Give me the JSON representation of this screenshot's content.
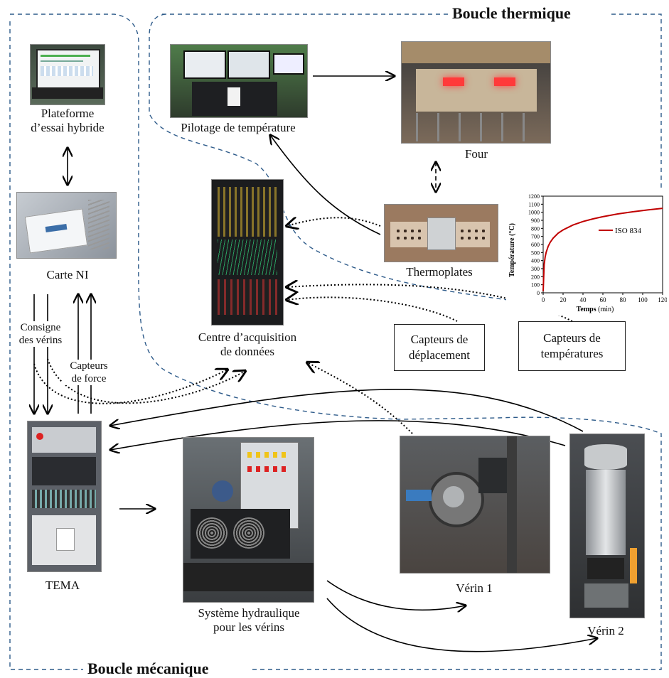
{
  "titles": {
    "thermal": "Boucle thermique",
    "mechanical": "Boucle mécanique"
  },
  "labels": {
    "platform_l1": "Plateforme",
    "platform_l2": "d’essai hybride",
    "ni": "Carte NI",
    "consigne_l1": "Consigne",
    "consigne_l2": "des vérins",
    "force_l1": "Capteurs",
    "force_l2": "de force",
    "tema": "TEMA",
    "pilot": "Pilotage de température",
    "four": "Four",
    "thermo": "Thermoplates",
    "acq_l1": "Centre d’acquisition",
    "acq_l2": "de données",
    "dep_l1": "Capteurs de",
    "dep_l2": "déplacement",
    "temp_l1": "Capteurs de",
    "temp_l2": "températures",
    "hydro_l1": "Système hydraulique",
    "hydro_l2": "pour les vérins",
    "verin1": "Vérin 1",
    "verin2": "Vérin 2"
  },
  "chart_data": {
    "type": "line",
    "title": "",
    "xlabel": "Temps",
    "xlabel_unit": "(min)",
    "ylabel": "Température (°C)",
    "xlim": [
      0,
      120
    ],
    "ylim": [
      0,
      1200
    ],
    "xticks": [
      "0",
      "20",
      "40",
      "60",
      "80",
      "100",
      "120"
    ],
    "yticks": [
      "0",
      "100",
      "200",
      "300",
      "400",
      "500",
      "600",
      "700",
      "800",
      "900",
      "1000",
      "1100",
      "1200"
    ],
    "legend_position": "center-right",
    "series": [
      {
        "name": "ISO 834",
        "color": "#c00000",
        "x": [
          0,
          1,
          2,
          3,
          5,
          7,
          10,
          15,
          20,
          30,
          40,
          50,
          60,
          75,
          90,
          105,
          120
        ],
        "values": [
          20,
          349,
          445,
          502,
          576,
          626,
          678,
          739,
          781,
          842,
          885,
          918,
          945,
          979,
          1006,
          1029,
          1049
        ]
      }
    ]
  }
}
